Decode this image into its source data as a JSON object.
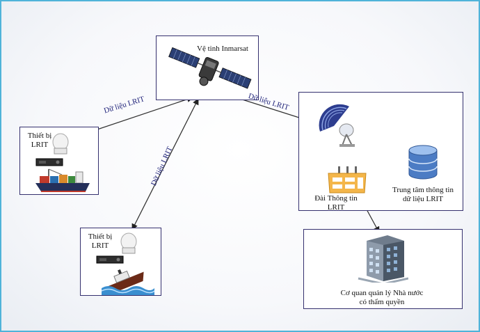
{
  "satellite": {
    "label": "Vệ tinh Inmarsat"
  },
  "ship1": {
    "label_line1": "Thiết bị",
    "label_line2": "LRIT"
  },
  "ship2": {
    "label_line1": "Thiết bị",
    "label_line2": "LRIT"
  },
  "station": {
    "label_line1": "Đài Thông tin",
    "label_line2": "LRIT",
    "data_center_line1": "Trung tâm thông tin",
    "data_center_line2": "dữ liệu LRIT"
  },
  "authority": {
    "label_line1": "Cơ quan quản lý Nhà nước",
    "label_line2": "có thẩm quyền"
  },
  "edges": {
    "sat_to_ship1": "Dữ liệu LRIT",
    "sat_to_ship2": "Dữ liệu LRIT",
    "sat_to_station": "Dữ liệu LRIT"
  },
  "icons": {
    "satellite": "satellite-icon",
    "dome": "radome-antenna-icon",
    "transceiver": "transceiver-icon",
    "cargo_ship": "cargo-ship-icon",
    "sinking_ship": "sinking-ship-icon",
    "dish": "satellite-dish-icon",
    "station_building": "station-building-icon",
    "database": "database-icon",
    "office": "office-building-icon"
  },
  "colors": {
    "box_border": "#34306e",
    "edge_text": "#20237a",
    "frame": "#4fb3d9"
  }
}
